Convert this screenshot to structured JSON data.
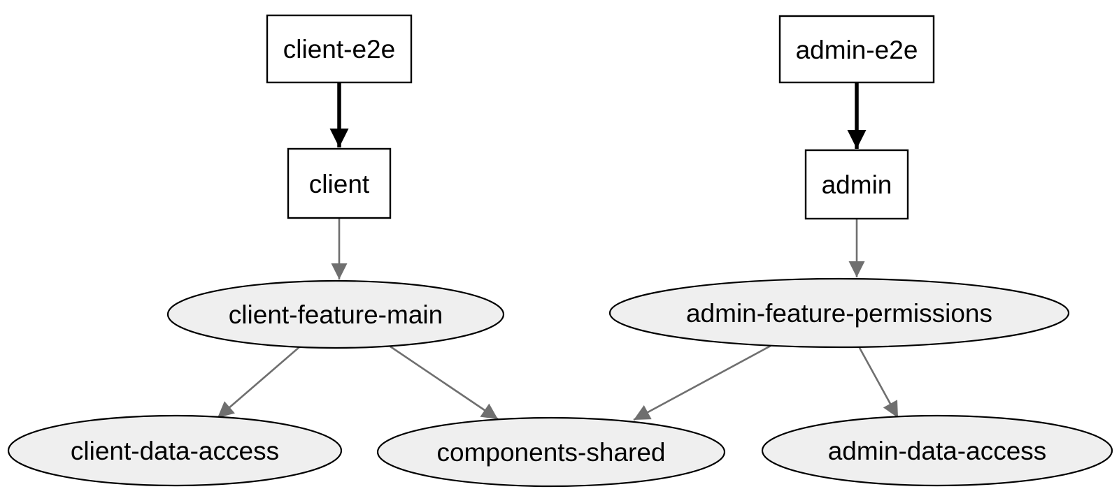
{
  "graph": {
    "nodes": [
      {
        "id": "client-e2e",
        "label": "client-e2e",
        "shape": "box"
      },
      {
        "id": "client",
        "label": "client",
        "shape": "box"
      },
      {
        "id": "admin-e2e",
        "label": "admin-e2e",
        "shape": "box"
      },
      {
        "id": "admin",
        "label": "admin",
        "shape": "box"
      },
      {
        "id": "client-feature-main",
        "label": "client-feature-main",
        "shape": "ellipse"
      },
      {
        "id": "admin-feature-permissions",
        "label": "admin-feature-permissions",
        "shape": "ellipse"
      },
      {
        "id": "client-data-access",
        "label": "client-data-access",
        "shape": "ellipse"
      },
      {
        "id": "components-shared",
        "label": "components-shared",
        "shape": "ellipse"
      },
      {
        "id": "admin-data-access",
        "label": "admin-data-access",
        "shape": "ellipse"
      }
    ],
    "edges": [
      {
        "from": "client-e2e",
        "to": "client",
        "style": "bold-black"
      },
      {
        "from": "admin-e2e",
        "to": "admin",
        "style": "bold-black"
      },
      {
        "from": "client",
        "to": "client-feature-main",
        "style": "gray"
      },
      {
        "from": "admin",
        "to": "admin-feature-permissions",
        "style": "gray"
      },
      {
        "from": "client-feature-main",
        "to": "client-data-access",
        "style": "gray"
      },
      {
        "from": "client-feature-main",
        "to": "components-shared",
        "style": "gray"
      },
      {
        "from": "admin-feature-permissions",
        "to": "components-shared",
        "style": "gray"
      },
      {
        "from": "admin-feature-permissions",
        "to": "admin-data-access",
        "style": "gray"
      }
    ],
    "colors": {
      "background": "#ffffff",
      "node_border": "#000000",
      "box_fill": "#ffffff",
      "ellipse_fill": "#efefef",
      "edge_bold": "#000000",
      "edge_normal": "#6f6f6f",
      "text": "#000000"
    }
  }
}
